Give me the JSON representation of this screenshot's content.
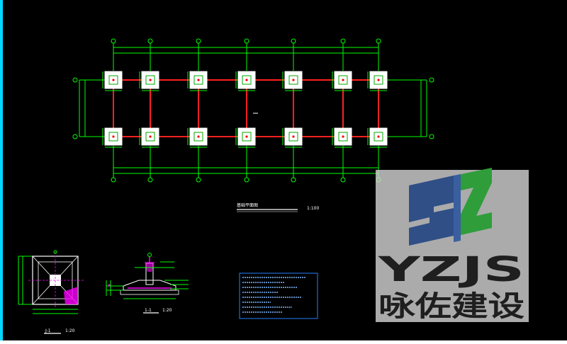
{
  "drawing": {
    "plan_title": "基础平面图",
    "plan_scale": "1:100",
    "detail1_title": "J-1",
    "detail1_scale": "1:20",
    "detail2_title": "1-1",
    "detail2_scale": "1:20"
  },
  "watermark": {
    "latin": "YZJS",
    "chinese": "咏佐建设"
  },
  "colors": {
    "background": "#000000",
    "beam": "#ff1f1f",
    "dimension": "#00ff00",
    "footing": "#ffffff",
    "notes_box": "#2a7fff",
    "rebar": "#ff00ff",
    "left_edge": "#00ffff",
    "watermark_blue": "#2f4f86",
    "watermark_green": "#2e9d3a"
  }
}
